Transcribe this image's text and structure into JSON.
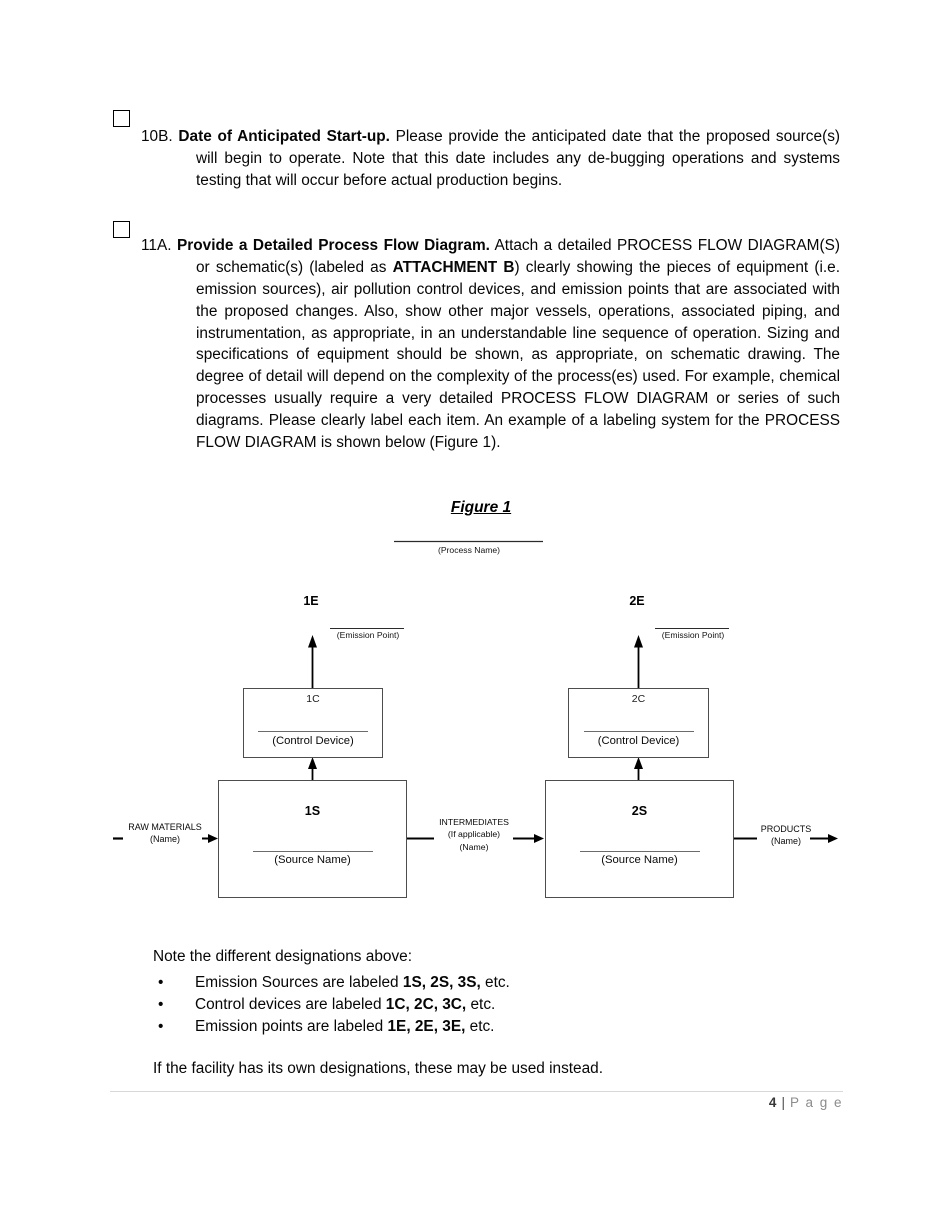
{
  "items": [
    {
      "number": "10B.",
      "title": "Date of Anticipated Start-up.",
      "body": "Please provide the anticipated date that the proposed source(s) will begin to operate. Note that this date includes any de-bugging operations and systems testing that will occur before actual production begins."
    },
    {
      "number": "11A.",
      "title": "Provide a Detailed Process Flow Diagram.",
      "body_pre": "Attach a detailed PROCESS FLOW DIAGRAM(S) or schematic(s) (labeled as ",
      "attachment_bold": "ATTACHMENT B",
      "body_post": ") clearly showing the pieces of equipment (i.e. emission sources), air pollution control devices, and emission points that are associated with the proposed changes. Also, show other major vessels, operations, associated piping, and instrumentation, as appropriate, in an understandable line sequence of operation. Sizing and specifications of equipment should be shown, as appropriate, on schematic drawing. The degree of detail will depend on the complexity of the process(es) used. For example, chemical processes usually require a very detailed PROCESS FLOW DIAGRAM or series of such diagrams. Please clearly label each item. An example of a labeling system for the PROCESS FLOW DIAGRAM is shown below (Figure 1)."
    }
  ],
  "figure": {
    "title": "Figure 1",
    "process_name_caption": "(Process Name)",
    "units": [
      {
        "emission_label": "1E",
        "emission_caption": "(Emission Point)",
        "control_id": "1C",
        "control_caption": "(Control Device)",
        "source_id": "1S",
        "source_caption": "(Source Name)"
      },
      {
        "emission_label": "2E",
        "emission_caption": "(Emission Point)",
        "control_id": "2C",
        "control_caption": "(Control Device)",
        "source_id": "2S",
        "source_caption": "(Source Name)"
      }
    ],
    "flow_labels": {
      "raw_materials_line1": "RAW MATERIALS",
      "raw_materials_line2": "(Name)",
      "intermediates_line1": "INTERMEDIATES",
      "intermediates_line2": "(If applicable)",
      "intermediates_line3": "(Name)",
      "products_line1": "PRODUCTS",
      "products_line2": "(Name)"
    }
  },
  "notes": {
    "intro": "Note the different designations above:",
    "bullet_char": "•",
    "bullets": [
      {
        "text": "Emission Sources are labeled ",
        "bold": "1S, 2S, 3S,",
        "suffix": " etc."
      },
      {
        "text": "Control devices are labeled ",
        "bold": "1C, 2C, 3C,",
        "suffix": " etc."
      },
      {
        "text": "Emission points are labeled ",
        "bold": "1E, 2E, 3E,",
        "suffix": " etc."
      }
    ],
    "closing": "If the facility has its own designations, these may be used instead."
  },
  "footer": {
    "page_number": "4",
    "separator": "|",
    "page_word": "P a g e"
  }
}
